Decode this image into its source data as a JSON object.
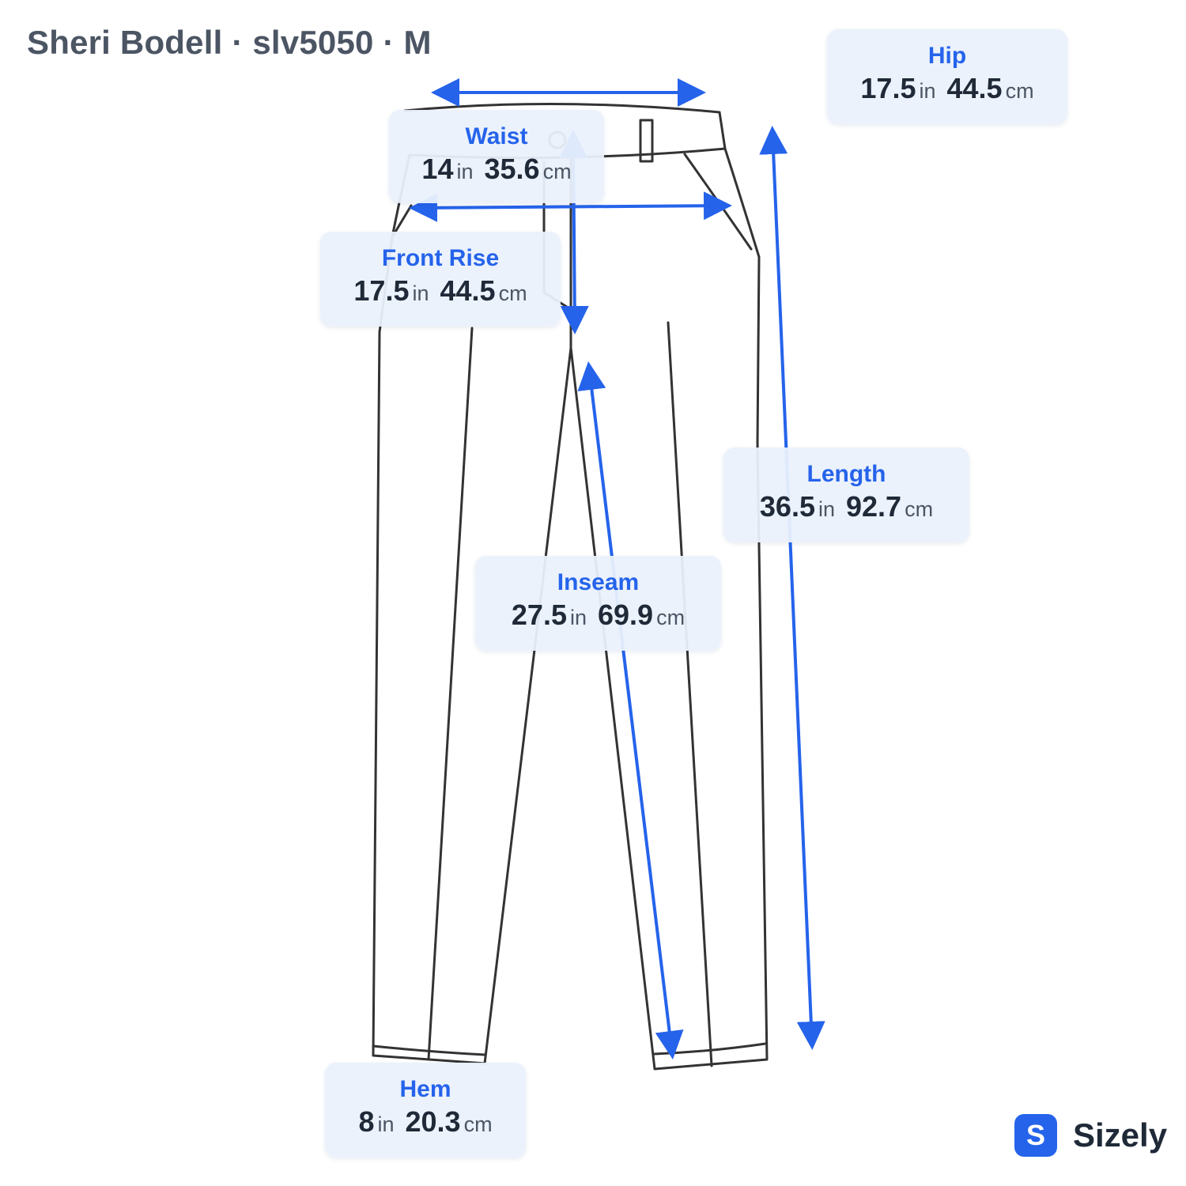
{
  "header": {
    "title": "Sheri Bodell · slv5050 · M"
  },
  "colors": {
    "accent": "#2563eb",
    "sketch": "#333333",
    "card_bg": "#eaf1fc"
  },
  "measurements": {
    "hip": {
      "label": "Hip",
      "in": "17.5",
      "in_unit": "in",
      "cm": "44.5",
      "cm_unit": "cm"
    },
    "waist": {
      "label": "Waist",
      "in": "14",
      "in_unit": "in",
      "cm": "35.6",
      "cm_unit": "cm"
    },
    "front_rise": {
      "label": "Front Rise",
      "in": "17.5",
      "in_unit": "in",
      "cm": "44.5",
      "cm_unit": "cm"
    },
    "length": {
      "label": "Length",
      "in": "36.5",
      "in_unit": "in",
      "cm": "92.7",
      "cm_unit": "cm"
    },
    "inseam": {
      "label": "Inseam",
      "in": "27.5",
      "in_unit": "in",
      "cm": "69.9",
      "cm_unit": "cm"
    },
    "hem": {
      "label": "Hem",
      "in": "8",
      "in_unit": "in",
      "cm": "20.3",
      "cm_unit": "cm"
    }
  },
  "brand": {
    "badge": "S",
    "name": "Sizely"
  }
}
